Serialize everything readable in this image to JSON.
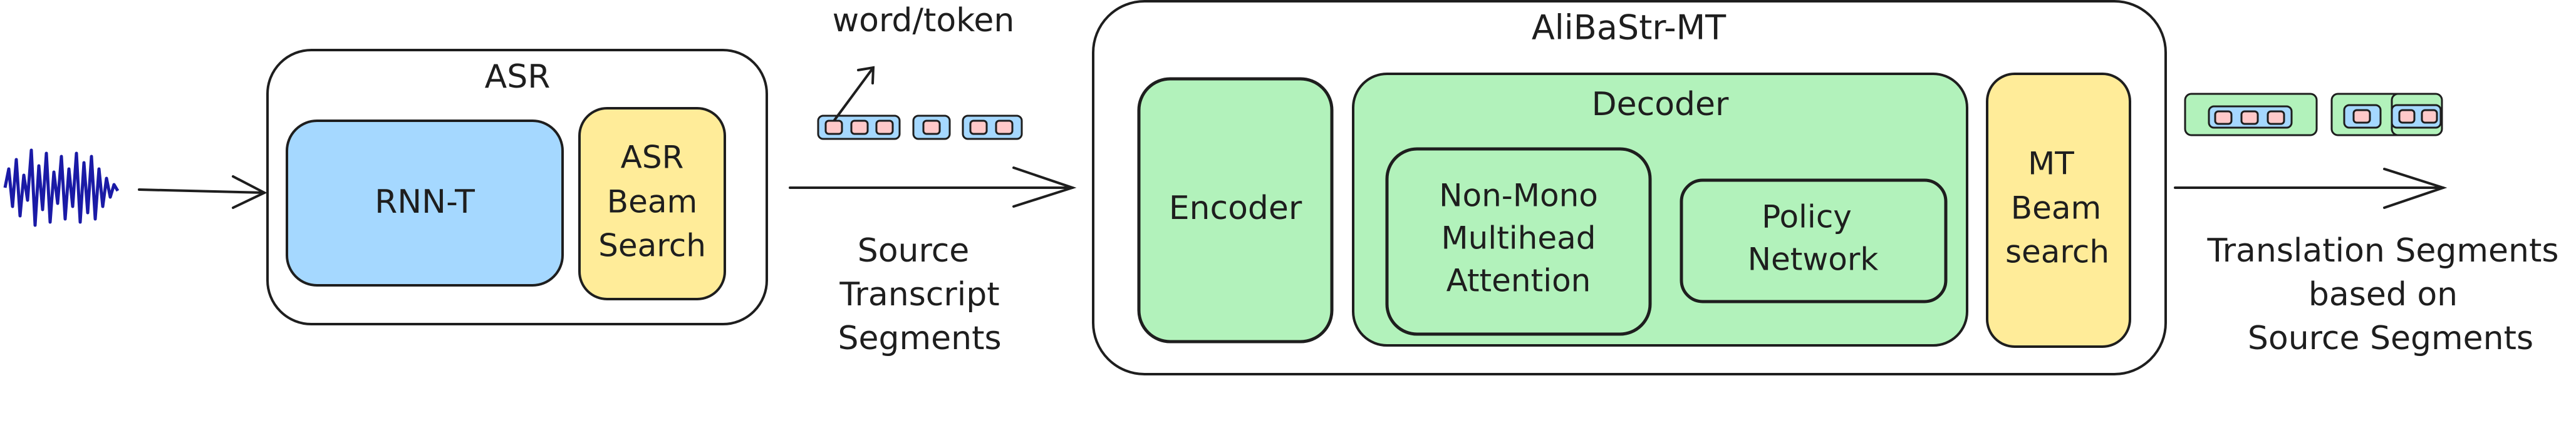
{
  "asr": {
    "title": "ASR",
    "rnnt_label": "RNN-T",
    "beam_lines": [
      "ASR",
      "Beam",
      "Search"
    ]
  },
  "token_annotation": "word/token",
  "source_caption_lines": [
    "Source",
    "Transcript",
    "Segments"
  ],
  "alibastr": {
    "title": "AliBaStr-MT",
    "encoder_label": "Encoder",
    "decoder_title": "Decoder",
    "attention_lines": [
      "Non-Mono",
      "Multihead",
      "Attention"
    ],
    "policy_lines": [
      "Policy",
      "Network"
    ],
    "mt_beam_lines": [
      "MT",
      "Beam",
      "search"
    ]
  },
  "translation_caption_lines": [
    "Translation Segments",
    "based on",
    "Source Segments"
  ],
  "colors": {
    "blue": "#a5d8ff",
    "green": "#b2f2bb",
    "yellow": "#ffec99",
    "pink": "#ffc9c9",
    "stroke": "#1e1e1e",
    "waveform": "#1a1aa6"
  }
}
